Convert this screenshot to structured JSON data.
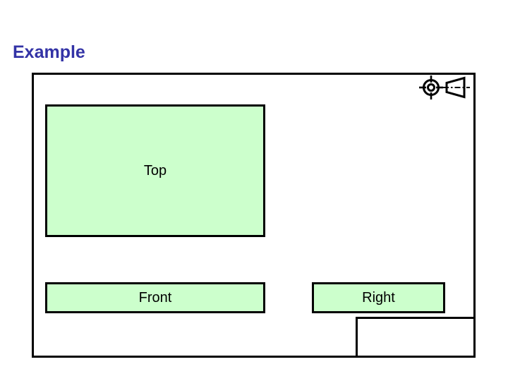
{
  "slide": {
    "title": "Example"
  },
  "views": [
    {
      "label": "Top"
    },
    {
      "label": "Front"
    },
    {
      "label": "Right"
    }
  ],
  "title_block": {
    "label": ""
  },
  "icons": {
    "projection_symbol": "third-angle-projection-icon"
  },
  "colors": {
    "title_text": "#3333A6",
    "view_fill": "#CCFFCC",
    "line": "#000000",
    "background": "#FFFFFF"
  }
}
